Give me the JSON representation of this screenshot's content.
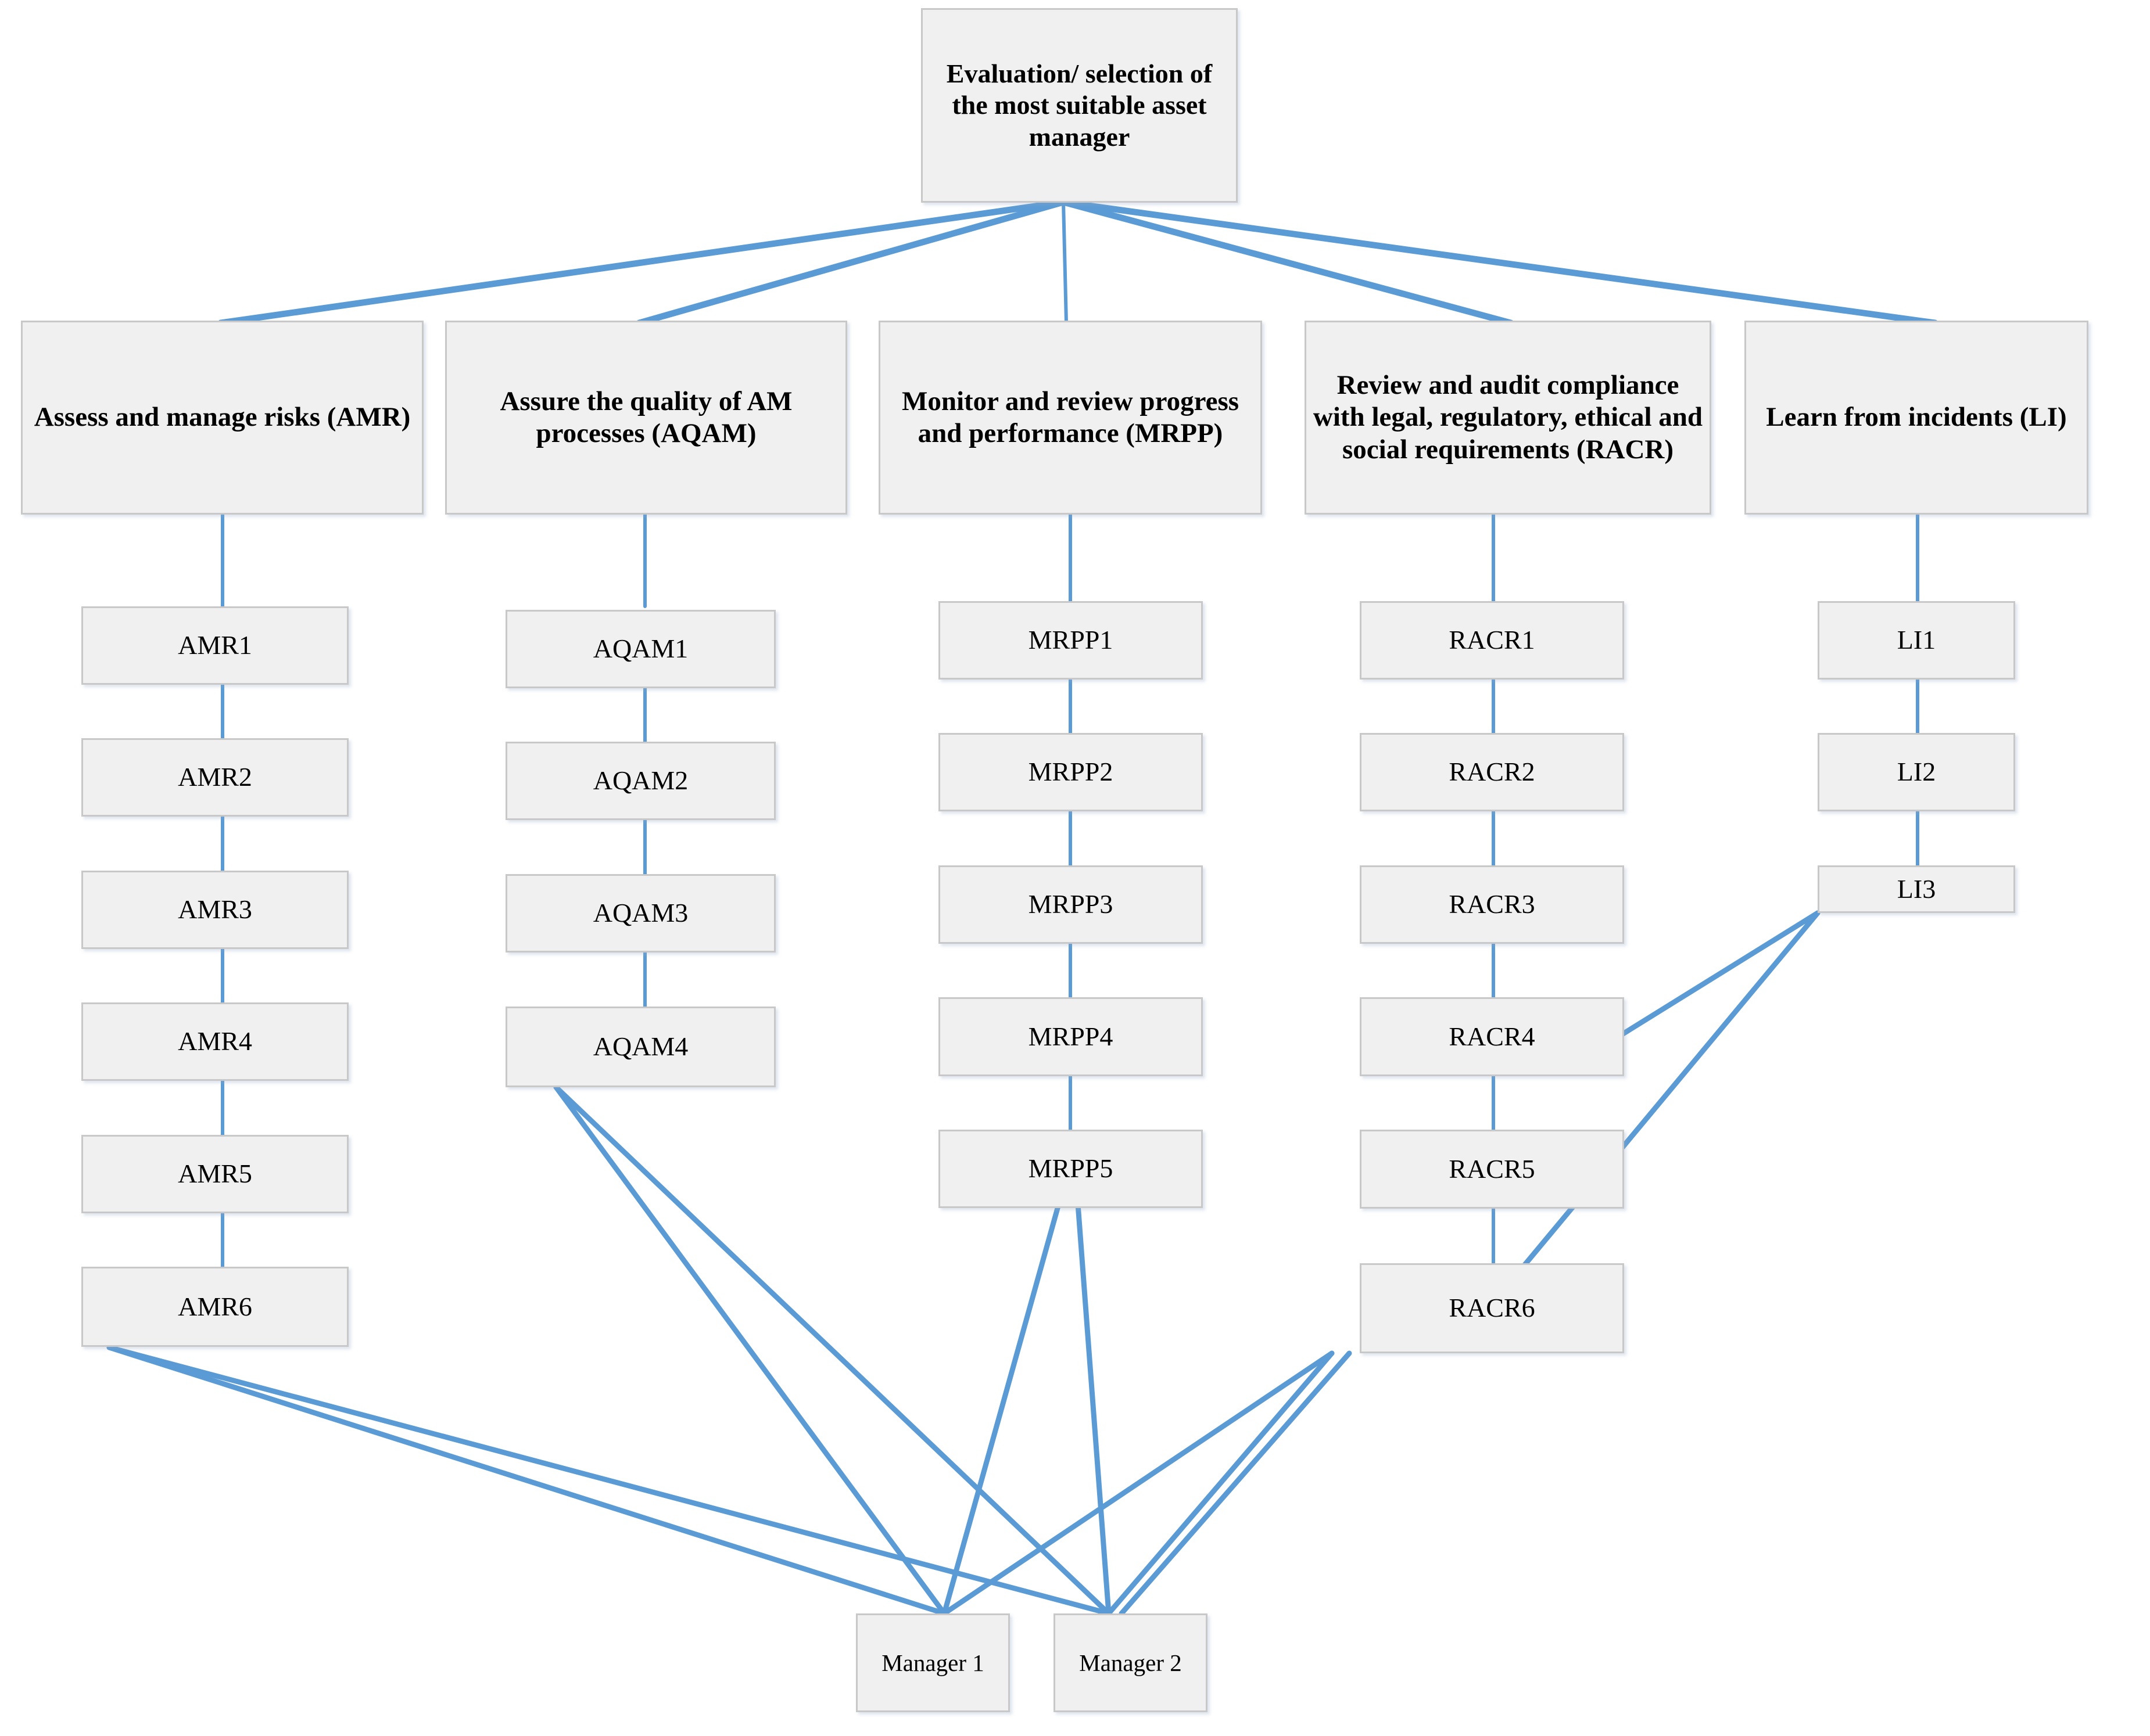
{
  "diagram": {
    "title_node": {
      "id": "root",
      "label": "Evaluation/ selection of  the most suitable asset manager"
    },
    "headers": [
      {
        "id": "AMR",
        "label": "Assess and manage risks (AMR)"
      },
      {
        "id": "AQAM",
        "label": "Assure the quality of AM processes (AQAM)"
      },
      {
        "id": "MRPP",
        "label": "Monitor and review progress and performance (MRPP)"
      },
      {
        "id": "RACR",
        "label": "Review and audit compliance with legal, regulatory, ethical and social requirements (RACR)"
      },
      {
        "id": "LI",
        "label": "Learn from incidents (LI)"
      }
    ],
    "columns": [
      {
        "parent": "AMR",
        "items": [
          "AMR1",
          "AMR2",
          "AMR3",
          "AMR4",
          "AMR5",
          "AMR6"
        ]
      },
      {
        "parent": "AQAM",
        "items": [
          "AQAM1",
          "AQAM2",
          "AQAM3",
          "AQAM4"
        ]
      },
      {
        "parent": "MRPP",
        "items": [
          "MRPP1",
          "MRPP2",
          "MRPP3",
          "MRPP4",
          "MRPP5"
        ]
      },
      {
        "parent": "RACR",
        "items": [
          "RACR1",
          "RACR2",
          "RACR3",
          "RACR4",
          "RACR5",
          "RACR6"
        ]
      },
      {
        "parent": "LI",
        "items": [
          "LI1",
          "LI2",
          "LI3"
        ]
      }
    ],
    "managers": [
      {
        "id": "M1",
        "label": "Manager 1"
      },
      {
        "id": "M2",
        "label": "Manager 2"
      }
    ],
    "colors": {
      "edge": "#5b9bd5",
      "node_fill": "#f0f0f0",
      "node_border": "#c8c8c8",
      "text": "#000000",
      "background": "#ffffff"
    }
  }
}
